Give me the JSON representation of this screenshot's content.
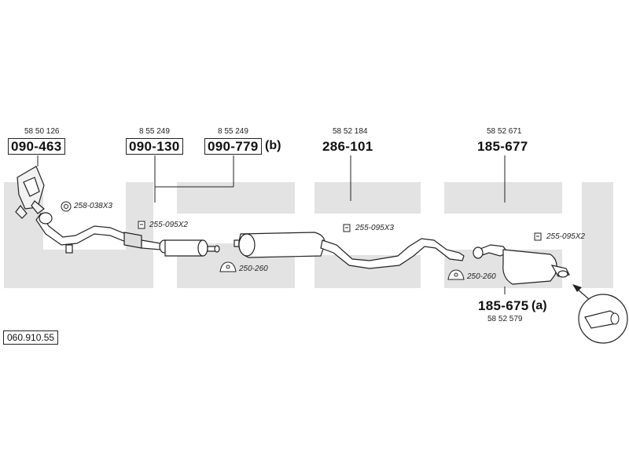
{
  "diagram_code": "060.910.55",
  "parts": [
    {
      "oe": "58 50 126",
      "number": "090-463",
      "suffix": ""
    },
    {
      "oe": "8 55 249",
      "number": "090-130",
      "suffix": ""
    },
    {
      "oe": "8 55 249",
      "number": "090-779",
      "suffix": "(b)"
    },
    {
      "oe": "58 52 184",
      "number": "286-101",
      "suffix": ""
    },
    {
      "oe": "58 52 671",
      "number": "185-677",
      "suffix": ""
    },
    {
      "oe": "58 52 579",
      "number": "185-675",
      "suffix": "(a)"
    }
  ],
  "accessories": [
    "258-038X3",
    "255-095X2",
    "255-095X3",
    "255-095X2",
    "250-260",
    "250-260"
  ],
  "colors": {
    "line": "#222222",
    "watermark": "#e3e3e3",
    "pipe_fill": "#f2f2f2"
  }
}
